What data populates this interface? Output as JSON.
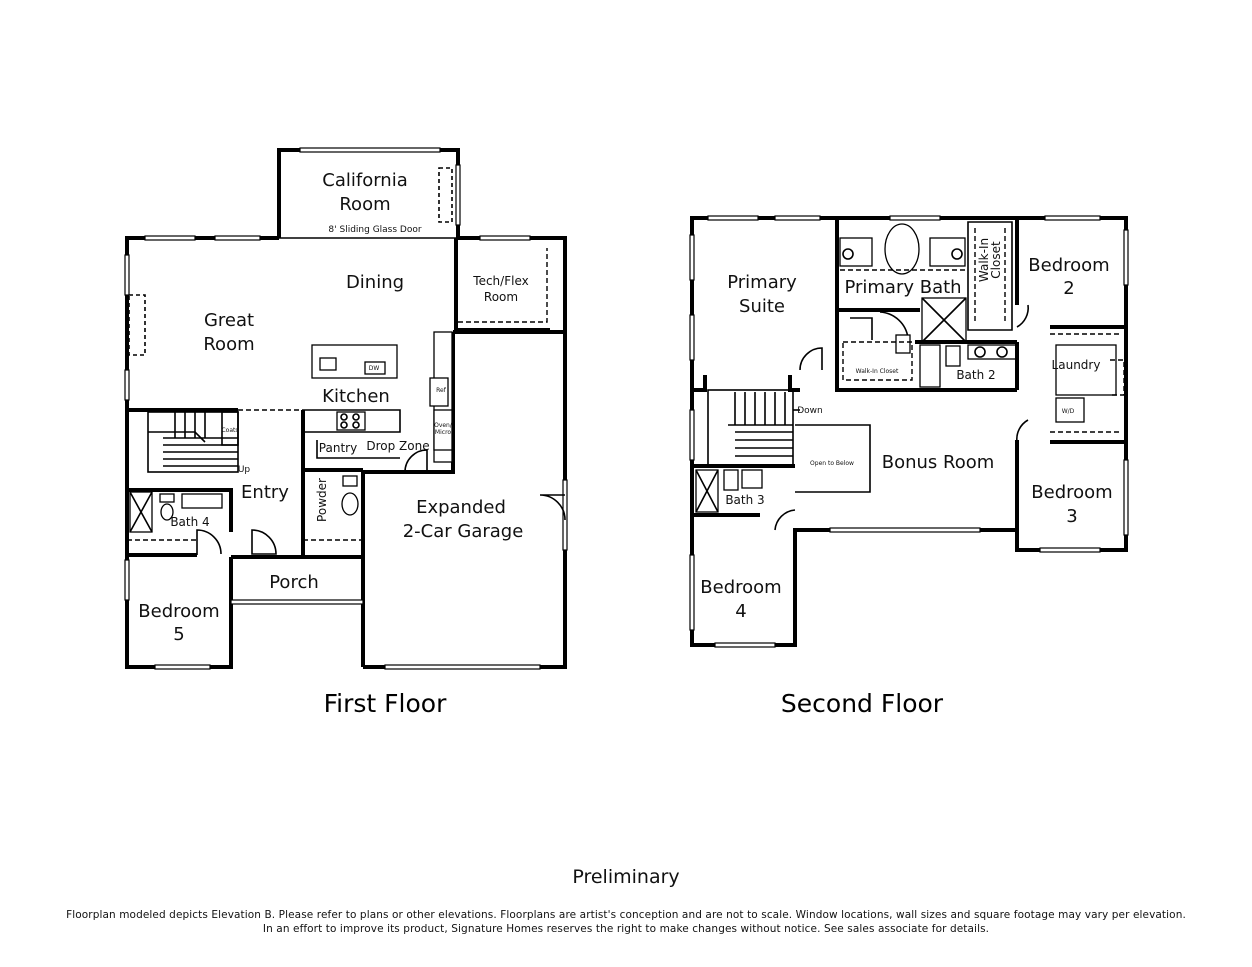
{
  "first_floor": {
    "title": "First Floor",
    "rooms": {
      "california_room": [
        "California",
        "Room"
      ],
      "sliding_door": "8' Sliding Glass Door",
      "great_room": [
        "Great",
        "Room"
      ],
      "dining": "Dining",
      "tech_flex": [
        "Tech/Flex",
        "Room"
      ],
      "kitchen": "Kitchen",
      "dw": "DW",
      "ref": "Ref",
      "oven_micro": [
        "Oven/",
        "Micro"
      ],
      "coats": "Coats",
      "up": "Up",
      "pantry": "Pantry",
      "drop_zone": "Drop Zone",
      "entry": "Entry",
      "powder": "Powder",
      "bath4": "Bath 4",
      "garage": [
        "Expanded",
        "2-Car Garage"
      ],
      "porch": "Porch",
      "bedroom5": [
        "Bedroom",
        "5"
      ]
    }
  },
  "second_floor": {
    "title": "Second Floor",
    "rooms": {
      "primary_suite": [
        "Primary",
        "Suite"
      ],
      "primary_bath": "Primary Bath",
      "walk_in_closet_top": [
        "Walk-In",
        "Closet"
      ],
      "walk_in_closet": "Walk-In Closet",
      "bath2": "Bath 2",
      "bedroom2": [
        "Bedroom",
        "2"
      ],
      "laundry": "Laundry",
      "wd": "W/D",
      "down": "Down",
      "open_to_below": "Open to Below",
      "bonus_room": "Bonus Room",
      "bath3": "Bath 3",
      "bedroom3": [
        "Bedroom",
        "3"
      ],
      "bedroom4": [
        "Bedroom",
        "4"
      ]
    }
  },
  "preliminary": "Preliminary",
  "disclaimer": [
    "Floorplan modeled depicts Elevation B. Please refer to plans or other elevations. Floorplans are artist's conception and are not to scale. Window locations, wall sizes and square footage may vary per elevation.",
    "In an effort to improve its product, Signature Homes reserves the right to make changes without notice. See sales associate for details."
  ]
}
